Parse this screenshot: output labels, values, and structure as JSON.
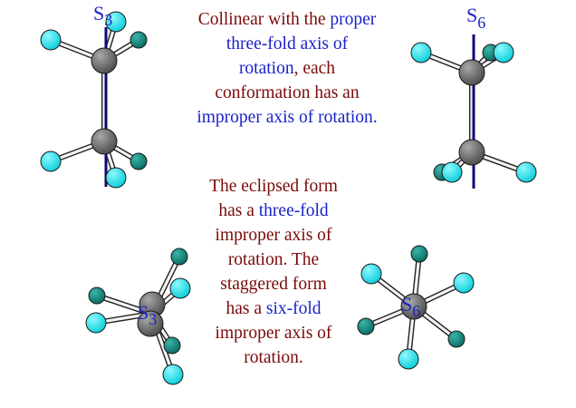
{
  "labels": {
    "eclipsed_side": {
      "symbol": "S",
      "subscript": "3"
    },
    "staggered_side": {
      "symbol": "S",
      "subscript": "6"
    },
    "eclipsed_end": {
      "symbol": "S",
      "subscript": "3"
    },
    "staggered_end": {
      "symbol": "S",
      "subscript": "6"
    }
  },
  "text_top": {
    "l1_a": "Collinear with the ",
    "l1_b": "proper",
    "l2": "three-fold axis of",
    "l3": "rotation",
    "l3_b": ", each",
    "l4": "conformation has an",
    "l5": "improper axis of rotation."
  },
  "text_bottom": {
    "l1": "The eclipsed form",
    "l2_a": "has a ",
    "l2_b": "three-fold",
    "l3": "improper axis of",
    "l4_a": "rotation.",
    "l4_b": "  The",
    "l5": "staggered form",
    "l6_a": "has a  ",
    "l6_b": "six-fold",
    "l7": "improper axis of",
    "l8": "rotation."
  },
  "colors": {
    "carbon": "#6f6f6f",
    "hydrogen_front": "#19e8f0",
    "hydrogen_back": "#0f8a80",
    "axis": "#0a0a78",
    "bond": "#f4f4f4",
    "bond_outline": "#222222",
    "text_red": "#7a0a0a",
    "text_blue": "#1a22c8"
  }
}
